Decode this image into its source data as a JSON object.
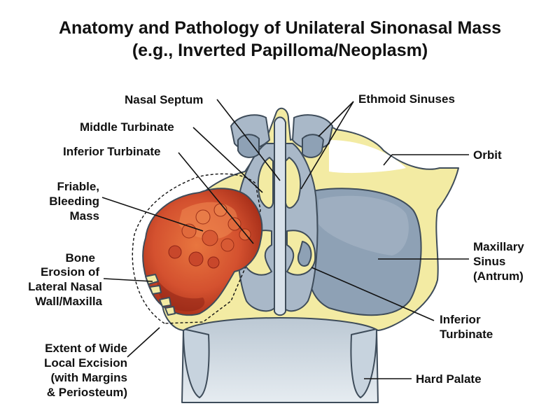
{
  "title": {
    "line1": "Anatomy and Pathology of Unilateral Sinonasal Mass",
    "line2": "(e.g., Inverted Papilloma/Neoplasm)"
  },
  "labels": {
    "nasal_septum": "Nasal Septum",
    "middle_turbinate": "Middle Turbinate",
    "inferior_turbinate_left": "Inferior Turbinate",
    "friable_mass": [
      "Friable,",
      "Bleeding",
      "Mass"
    ],
    "bone_erosion": [
      "Bone",
      "Erosion of",
      "Lateral Nasal",
      "Wall/Maxilla"
    ],
    "wide_excision": [
      "Extent of Wide",
      "Local Excision",
      "(with Margins",
      "& Periosteum)"
    ],
    "ethmoid_sinuses": "Ethmoid Sinuses",
    "orbit": "Orbit",
    "maxillary_sinus": [
      "Maxillary",
      "Sinus",
      "(Antrum)"
    ],
    "inferior_turbinate_right": [
      "Inferior",
      "Turbinate"
    ],
    "hard_palate": "Hard Palate"
  },
  "colors": {
    "bone": "#f3eba3",
    "bone_dark": "#c9b85f",
    "mucosa": "#a9b8c8",
    "sinus_air": "#8ea1b5",
    "outline": "#3e4c5a",
    "mass_outer": "#c8432b",
    "mass_inner": "#e0663c",
    "mass_dark": "#8f2416",
    "palate": "#c9d4de",
    "text": "#111111"
  }
}
